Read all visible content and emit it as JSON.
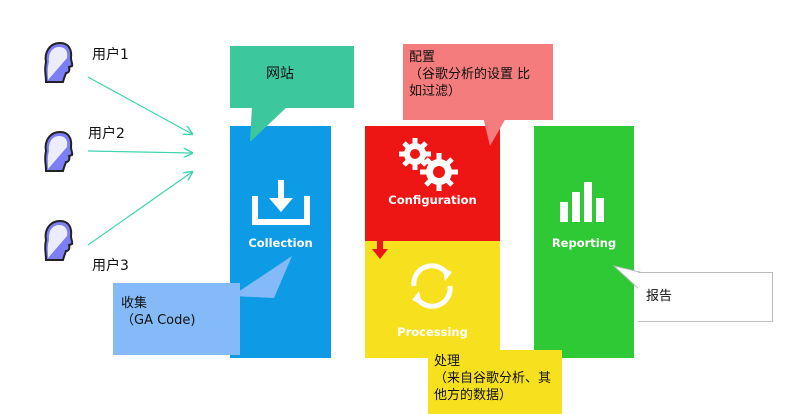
{
  "users": [
    {
      "label": "用户1"
    },
    {
      "label": "用户2"
    },
    {
      "label": "用户3"
    }
  ],
  "blocks": {
    "collection": {
      "title": "Collection",
      "color": "#0e9be6"
    },
    "configuration": {
      "title": "Configuration",
      "color": "#ee1515"
    },
    "processing": {
      "title": "Processing",
      "color": "#f7e11e"
    },
    "reporting": {
      "title": "Reporting",
      "color": "#2fc935"
    }
  },
  "callouts": {
    "website": {
      "text": "网站",
      "color": "#3dc79d"
    },
    "config": {
      "text": "配置\n（谷歌分析的设置 比\n如过滤）",
      "color": "#f57c7c"
    },
    "collect": {
      "text": "收集\n（GA Code)",
      "color": "#83baf7"
    },
    "process": {
      "text": "处理\n（来自谷歌分析、其\n他方的数据）",
      "color": "#f7e11e"
    },
    "report": {
      "text": "报告",
      "color": "#ffffff"
    }
  },
  "colors": {
    "arrow": "#3dd6b0",
    "user_icon": "#7b7ef5"
  }
}
